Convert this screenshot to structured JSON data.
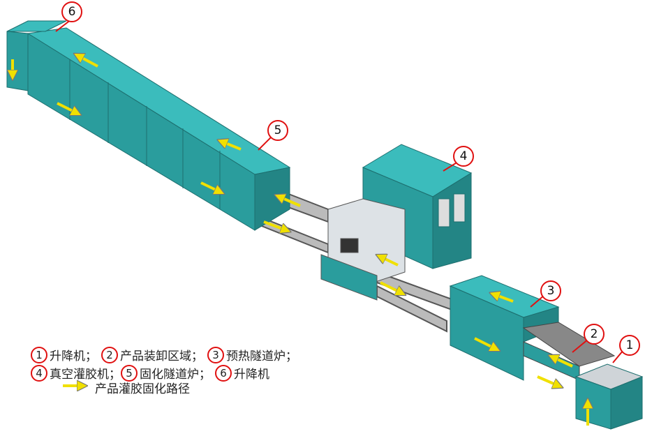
{
  "legend": {
    "items": [
      {
        "num": "1",
        "label": "升降机；"
      },
      {
        "num": "2",
        "label": "产品装卸区域；"
      },
      {
        "num": "3",
        "label": "预热隧道炉；"
      },
      {
        "num": "4",
        "label": "真空灌胶机；"
      },
      {
        "num": "5",
        "label": "固化隧道炉；"
      },
      {
        "num": "6",
        "label": "升降机"
      }
    ],
    "path_label": "产品灌胶固化路径"
  },
  "callouts": [
    "1",
    "2",
    "3",
    "4",
    "5",
    "6"
  ],
  "colors": {
    "machine": "#2fa8a8",
    "machine_top": "#3bbcbc",
    "arrow": "#f0e000",
    "callout": "#e01010"
  }
}
